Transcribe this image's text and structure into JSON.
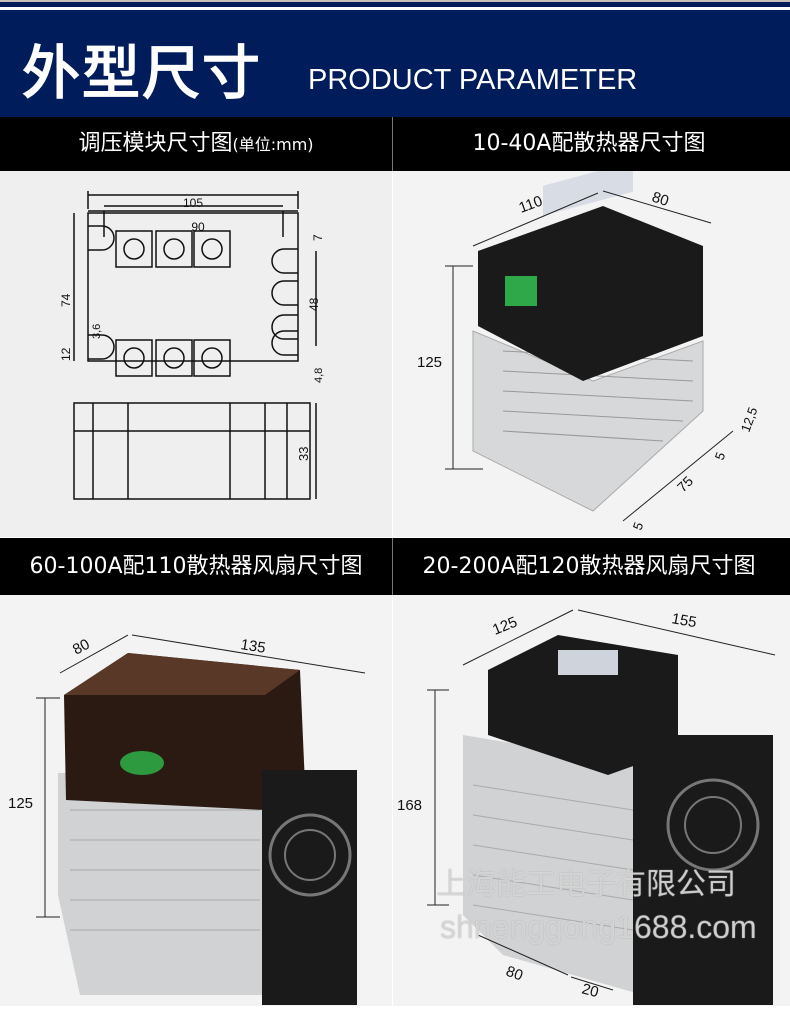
{
  "header": {
    "title": "外型尺寸",
    "subtitle": "PRODUCT PARAMETER"
  },
  "sections": [
    {
      "caption": "调压模块尺寸图",
      "unit": "(单位:mm)",
      "dims": [
        "105",
        "90",
        "7",
        "74",
        "48",
        "3,6",
        "12",
        "4,8",
        "33"
      ]
    },
    {
      "caption": "10-40A配散热器尺寸图",
      "dims": [
        "110",
        "80",
        "125",
        "12,5",
        "5",
        "75",
        "5"
      ]
    },
    {
      "caption": "60-100A配110散热器风扇尺寸图",
      "dims": [
        "80",
        "135",
        "125"
      ]
    },
    {
      "caption": "20-200A配120散热器风扇尺寸图",
      "dims": [
        "125",
        "155",
        "168",
        "80",
        "20"
      ]
    }
  ],
  "watermark": {
    "company": "上海能工电子有限公司",
    "site": "shnenggong1688.com"
  },
  "colors": {
    "header": "#011c5a",
    "caption_bar": "#000000",
    "panel": "#efefef"
  }
}
